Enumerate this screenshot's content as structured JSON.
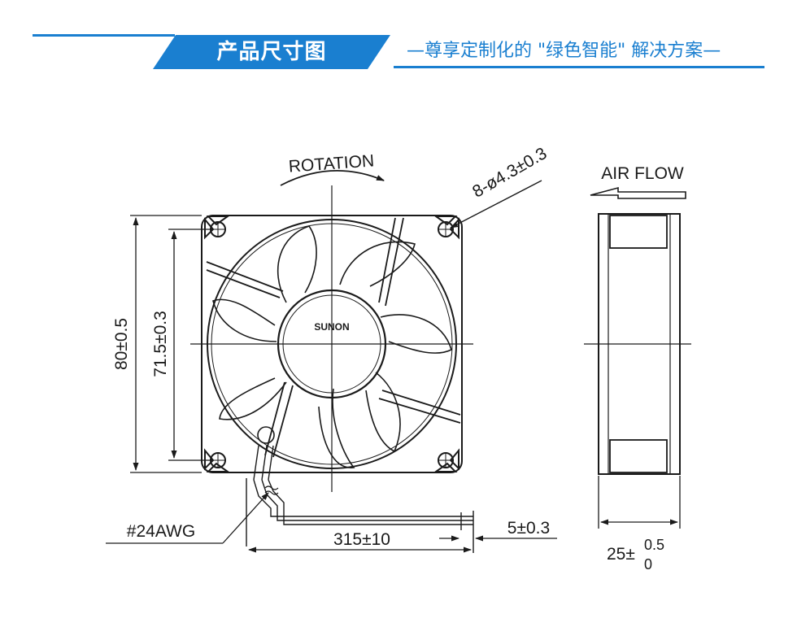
{
  "header": {
    "title": "产品尺寸图",
    "subtitle": "—尊享定制化的 \"绿色智能\" 解决方案—",
    "accent_color": "#1a7fd0"
  },
  "drawing": {
    "brand": "SUNON",
    "rotation_label": "ROTATION",
    "airflow_label": "AIR FLOW",
    "hole_spec": "8-ø4.3±0.3",
    "outer_size": "80±0.5",
    "hole_pitch": "71.5±0.3",
    "wire_gauge": "#24AWG",
    "lead_length": "315±10",
    "strip_length": "5±0.3",
    "thickness_base": "25±",
    "thickness_upper": "0.5",
    "thickness_lower": "0"
  }
}
